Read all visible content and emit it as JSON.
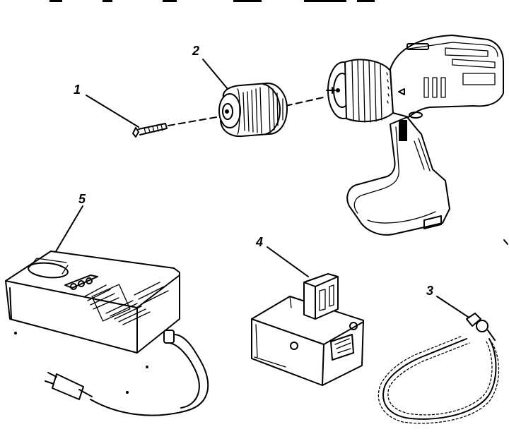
{
  "callouts": {
    "screw": "1",
    "chuck": "2",
    "lanyard": "3",
    "battery": "4",
    "charger": "5"
  },
  "colors": {
    "ink": "#000000",
    "background": "#ffffff"
  }
}
